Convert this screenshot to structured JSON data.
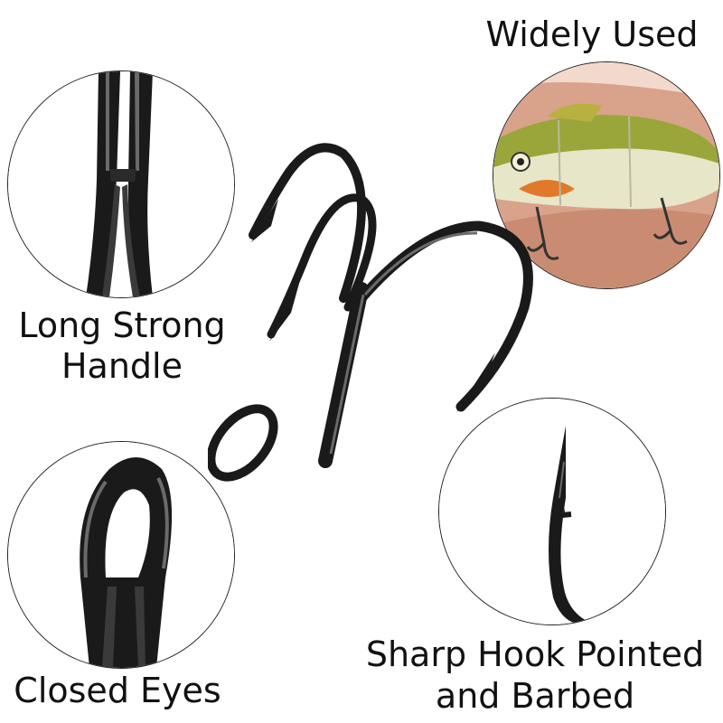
{
  "labels": {
    "widely_used": "Widely Used",
    "long_strong_handle_line1": "Long Strong",
    "long_strong_handle_line2": "Handle",
    "closed_eyes": "Closed Eyes",
    "sharp_hook_line1": "Sharp Hook Pointed",
    "sharp_hook_line2": "and Barbed"
  },
  "colors": {
    "hook_metal": "#1a1a1a",
    "hook_highlight": "#6a6a6a",
    "skin": "#d9a28a",
    "lure_green": "#9aa63a",
    "lure_body": "#e8e6c8",
    "lure_fin": "#e07a2a",
    "circle_border": "#222222",
    "text": "#111111"
  },
  "icons": {
    "main": "treble-hook-image",
    "handle_detail": "hook-shank-closeup",
    "lure_photo": "fishing-lure-in-hand",
    "eye_detail": "closed-eye-closeup",
    "point_detail": "barbed-point-closeup"
  }
}
